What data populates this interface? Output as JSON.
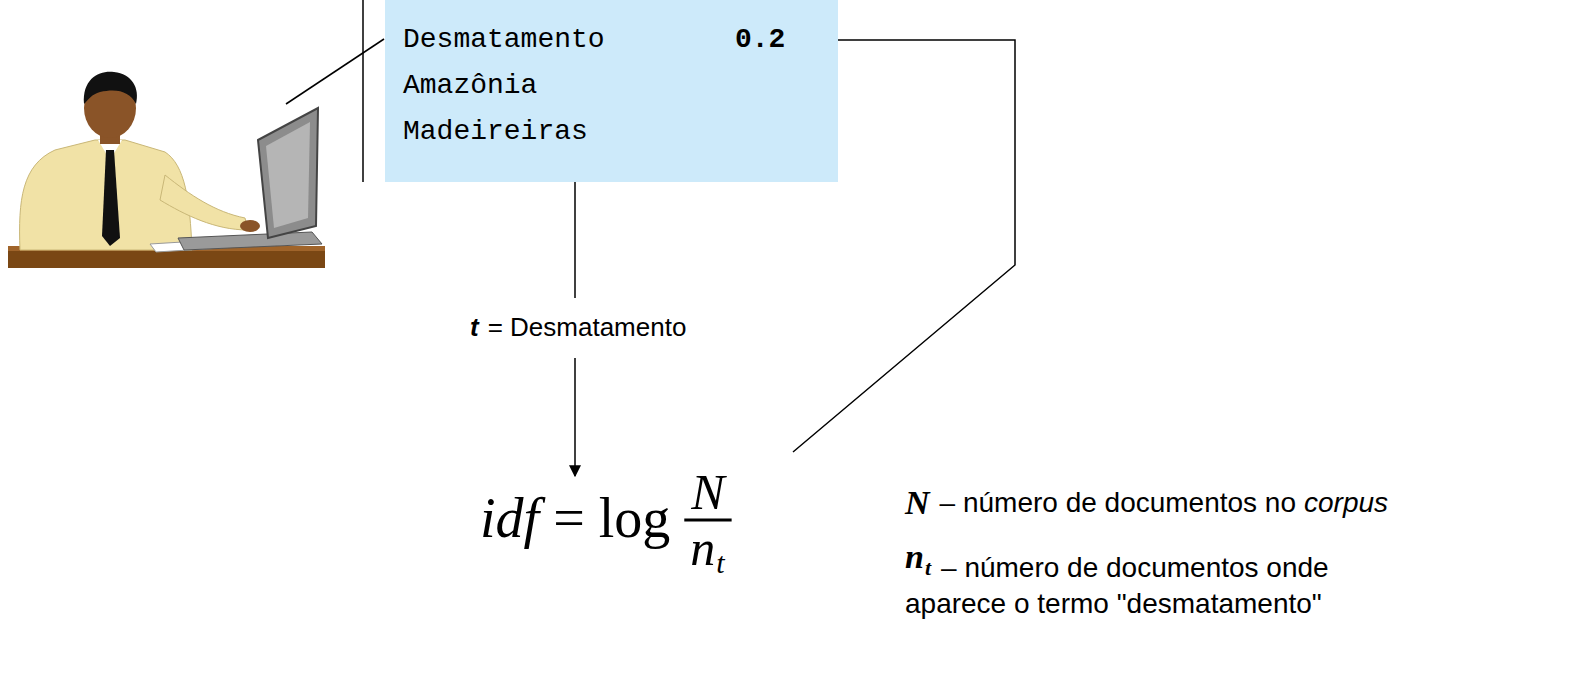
{
  "diagram": {
    "nodes": [
      {
        "text": [
          "Desmatamento",
          "0.2",
          "Amazônia",
          "Madeireiras"
        ]
      }
    ],
    "labels": [
      "t",
      "= Desmatamento",
      "idf",
      "=",
      "log",
      "N",
      "n",
      "t",
      "N",
      "– número de documentos no",
      "corpus",
      "n",
      "t",
      "– número de documentos onde",
      "aparece o termo \"desmatamento\""
    ]
  }
}
